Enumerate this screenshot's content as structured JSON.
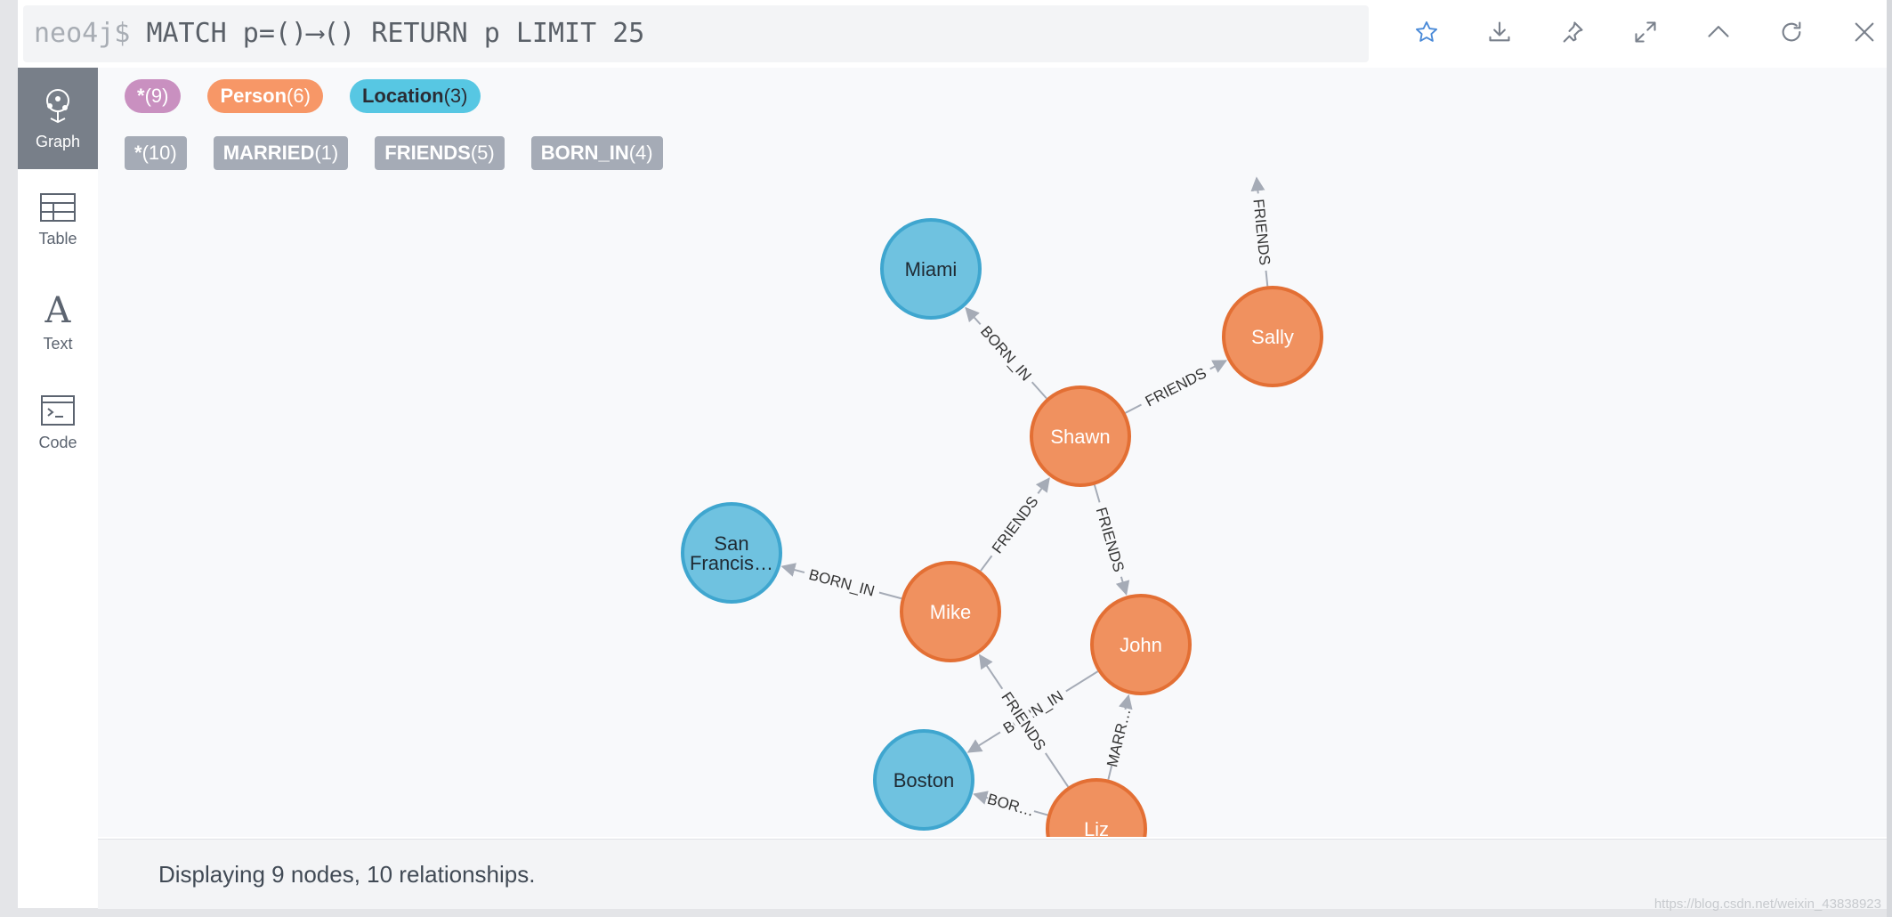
{
  "editor": {
    "prompt": "neo4j$",
    "query": "MATCH p=()⟶() RETURN p LIMIT 25"
  },
  "toolbar": [
    {
      "name": "favorite-button",
      "icon": "star-icon"
    },
    {
      "name": "download-button",
      "icon": "download-icon"
    },
    {
      "name": "pin-button",
      "icon": "pin-icon"
    },
    {
      "name": "fullscreen-button",
      "icon": "expand-icon"
    },
    {
      "name": "collapse-button",
      "icon": "chevron-up-icon"
    },
    {
      "name": "rerun-button",
      "icon": "refresh-icon"
    },
    {
      "name": "close-button",
      "icon": "close-icon"
    }
  ],
  "nav": [
    {
      "label": "Graph",
      "icon": "graph-icon",
      "active": true
    },
    {
      "label": "Table",
      "icon": "table-icon",
      "active": false
    },
    {
      "label": "Text",
      "icon": "text-icon",
      "active": false
    },
    {
      "label": "Code",
      "icon": "code-icon",
      "active": false
    }
  ],
  "node_labels": [
    {
      "name": "*",
      "count": "(9)",
      "bg": "#c990c0",
      "fg": "#ffffff"
    },
    {
      "name": "Person",
      "count": "(6)",
      "bg": "#f79767",
      "fg": "#ffffff"
    },
    {
      "name": "Location",
      "count": "(3)",
      "bg": "#57c7e3",
      "fg": "#2a2c34"
    }
  ],
  "rel_types": [
    {
      "name": "*",
      "count": "(10)"
    },
    {
      "name": "MARRIED",
      "count": "(1)"
    },
    {
      "name": "FRIENDS",
      "count": "(5)"
    },
    {
      "name": "BORN_IN",
      "count": "(4)"
    }
  ],
  "colors": {
    "person_fill": "#f0915f",
    "person_stroke": "#e36f34",
    "location_fill": "#6fc2e0",
    "location_stroke": "#3fa6cf",
    "edge": "#a5abb6",
    "accent": "#4a8ad8"
  },
  "graph": {
    "nodes": [
      {
        "id": "miami",
        "lines": [
          "Miami"
        ],
        "type": "location"
      },
      {
        "id": "sally",
        "lines": [
          "Sally"
        ],
        "type": "person"
      },
      {
        "id": "shawn",
        "lines": [
          "Shawn"
        ],
        "type": "person"
      },
      {
        "id": "sf",
        "lines": [
          "San",
          "Francis…"
        ],
        "type": "location"
      },
      {
        "id": "mike",
        "lines": [
          "Mike"
        ],
        "type": "person"
      },
      {
        "id": "john",
        "lines": [
          "John"
        ],
        "type": "person"
      },
      {
        "id": "boston",
        "lines": [
          "Boston"
        ],
        "type": "location"
      },
      {
        "id": "liz",
        "lines": [
          "Liz"
        ],
        "type": "person"
      }
    ],
    "edges": [
      {
        "from": "shawn",
        "to": "miami",
        "label": "BORN_IN"
      },
      {
        "from": "shawn",
        "to": "sally",
        "label": "FRIENDS"
      },
      {
        "from": "sally",
        "to": "offscreen",
        "label": "FRIENDS"
      },
      {
        "from": "mike",
        "to": "shawn",
        "label": "FRIENDS"
      },
      {
        "from": "shawn",
        "to": "john",
        "label": "FRIENDS"
      },
      {
        "from": "mike",
        "to": "sf",
        "label": "BORN_IN"
      },
      {
        "from": "john",
        "to": "boston",
        "label": "BORN_IN"
      },
      {
        "from": "liz",
        "to": "mike",
        "label": "FRIENDS"
      },
      {
        "from": "liz",
        "to": "john",
        "label": "MARR…"
      },
      {
        "from": "liz",
        "to": "boston",
        "label": "BOR…"
      }
    ]
  },
  "status": "Displaying 9 nodes, 10 relationships.",
  "watermark": "https://blog.csdn.net/weixin_43838923"
}
